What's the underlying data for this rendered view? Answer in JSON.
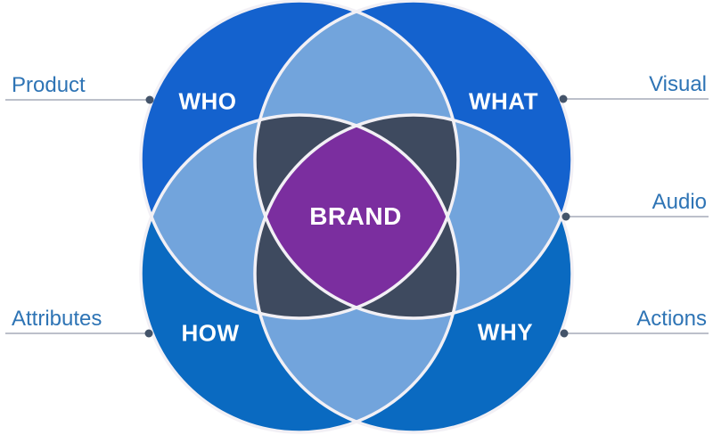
{
  "diagram": {
    "type": "venn-4-circle",
    "center_label": "BRAND",
    "circles": [
      {
        "id": "who",
        "label": "WHO",
        "position": "top-left"
      },
      {
        "id": "what",
        "label": "WHAT",
        "position": "top-right"
      },
      {
        "id": "how",
        "label": "HOW",
        "position": "bottom-left"
      },
      {
        "id": "why",
        "label": "WHY",
        "position": "bottom-right"
      }
    ],
    "callouts": [
      {
        "id": "product",
        "label": "Product",
        "side": "left"
      },
      {
        "id": "visual",
        "label": "Visual",
        "side": "right"
      },
      {
        "id": "audio",
        "label": "Audio",
        "side": "right"
      },
      {
        "id": "attributes",
        "label": "Attributes",
        "side": "left"
      },
      {
        "id": "actions",
        "label": "Actions",
        "side": "right"
      }
    ],
    "colors": {
      "top_circle": "#1462CE",
      "bottom_circle": "#0A6AC1",
      "pair_overlap": "#72A4DC",
      "triple_overlap": "#3E4A5F",
      "center_overlap": "#7B2E9F",
      "circle_outline": "#F2F0F5",
      "circle_label_text": "#FFFFFF",
      "callout_text": "#2E74B5",
      "callout_line": "#A6ACB9",
      "callout_dot": "#44546A"
    }
  }
}
